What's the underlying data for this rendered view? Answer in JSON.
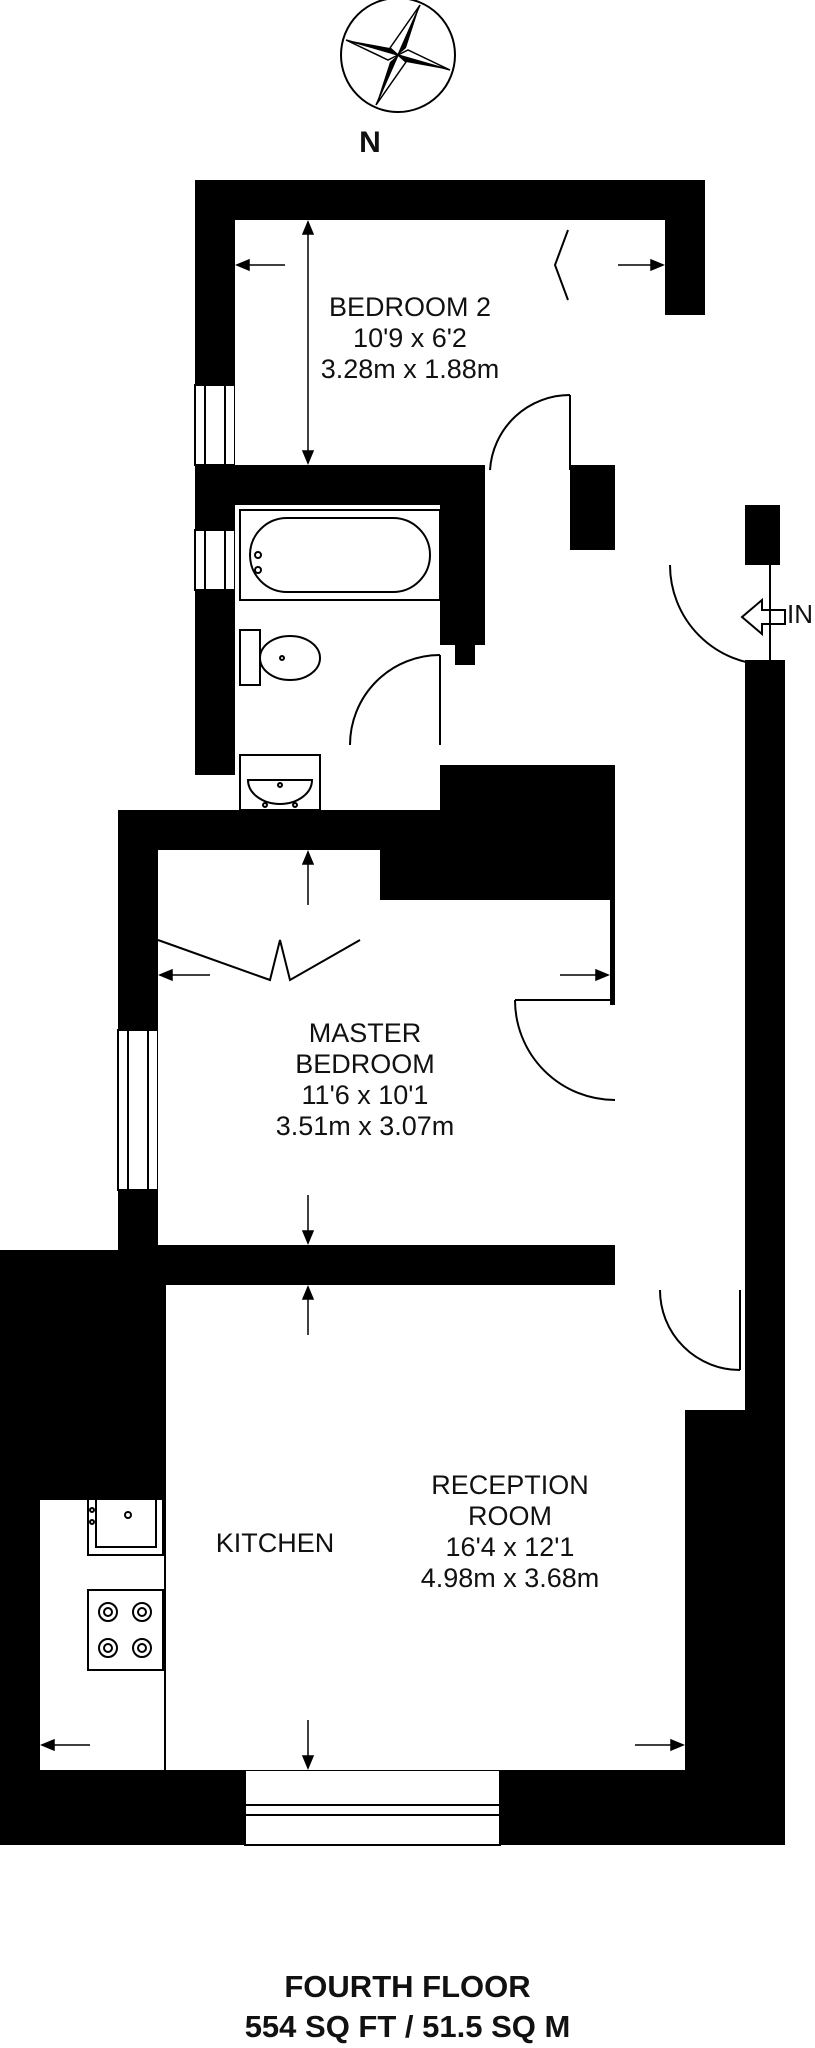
{
  "compass": {
    "north_label": "N",
    "icon": "compass-rose-icon"
  },
  "entrance": {
    "label": "IN",
    "icon": "entrance-arrow-icon"
  },
  "rooms": {
    "bedroom2": {
      "name": "BEDROOM 2",
      "dim_imperial": "10'9 x 6'2",
      "dim_metric": "3.28m x 1.88m"
    },
    "master": {
      "name_line1": "MASTER",
      "name_line2": "BEDROOM",
      "dim_imperial": "11'6 x 10'1",
      "dim_metric": "3.51m x 3.07m"
    },
    "kitchen": {
      "name": "KITCHEN"
    },
    "reception": {
      "name_line1": "RECEPTION",
      "name_line2": "ROOM",
      "dim_imperial": "16'4 x 12'1",
      "dim_metric": "4.98m x 3.68m"
    }
  },
  "footer": {
    "floor": "FOURTH FLOOR",
    "area": "554 SQ FT / 51.5 SQ M"
  },
  "colors": {
    "wall": "#000000",
    "background": "#ffffff",
    "line": "#000000"
  }
}
